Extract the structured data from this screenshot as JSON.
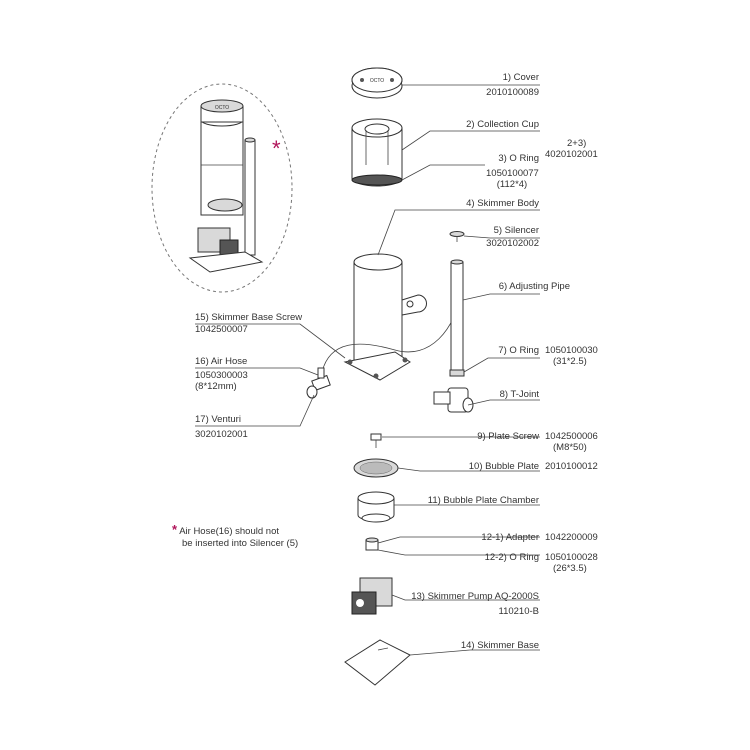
{
  "parts": [
    {
      "id": "cover",
      "name": "1) Cover",
      "code": "2010100089"
    },
    {
      "id": "collection-cup",
      "name": "2) Collection Cup",
      "code": ""
    },
    {
      "id": "cup-oring",
      "name": "3) O Ring",
      "code": "1050100077",
      "spec": "(112*4)"
    },
    {
      "id": "combo",
      "name": "2+3)",
      "code": "4020102001"
    },
    {
      "id": "skimmer-body",
      "name": "4) Skimmer Body",
      "code": ""
    },
    {
      "id": "silencer",
      "name": "5) Silencer",
      "code": "3020102002"
    },
    {
      "id": "adjusting-pipe",
      "name": "6) Adjusting Pipe",
      "code": ""
    },
    {
      "id": "pipe-oring",
      "name": "7) O Ring",
      "code": "1050100030",
      "spec": "(31*2.5)"
    },
    {
      "id": "t-joint",
      "name": "8) T-Joint",
      "code": ""
    },
    {
      "id": "plate-screw",
      "name": "9) Plate Screw",
      "code": "1042500006",
      "spec": "(M8*50)"
    },
    {
      "id": "bubble-plate",
      "name": "10) Bubble Plate",
      "code": "2010100012"
    },
    {
      "id": "bubble-plate-chamber",
      "name": "11) Bubble Plate Chamber",
      "code": ""
    },
    {
      "id": "adapter",
      "name": "12-1) Adapter",
      "code": "1042200009"
    },
    {
      "id": "adapter-oring",
      "name": "12-2) O Ring",
      "code": "1050100028",
      "spec": "(26*3.5)"
    },
    {
      "id": "skimmer-pump",
      "name": "13) Skimmer Pump AQ-2000S",
      "code": "110210-B"
    },
    {
      "id": "skimmer-base",
      "name": "14) Skimmer Base",
      "code": ""
    },
    {
      "id": "base-screw",
      "name": "15) Skimmer Base Screw",
      "code": "1042500007"
    },
    {
      "id": "air-hose",
      "name": "16) Air Hose",
      "code": "1050300003",
      "spec": "(8*12mm)"
    },
    {
      "id": "venturi",
      "name": "17) Venturi",
      "code": "3020102001"
    }
  ],
  "note": {
    "star": "*",
    "line1": "Air Hose(16) should not",
    "line2": "be inserted into Silencer (5)"
  },
  "assembled_view": {
    "cover_logo": "OCTO",
    "star": "*"
  },
  "colors": {
    "accent_star": "#b0155a",
    "line": "#444444"
  }
}
